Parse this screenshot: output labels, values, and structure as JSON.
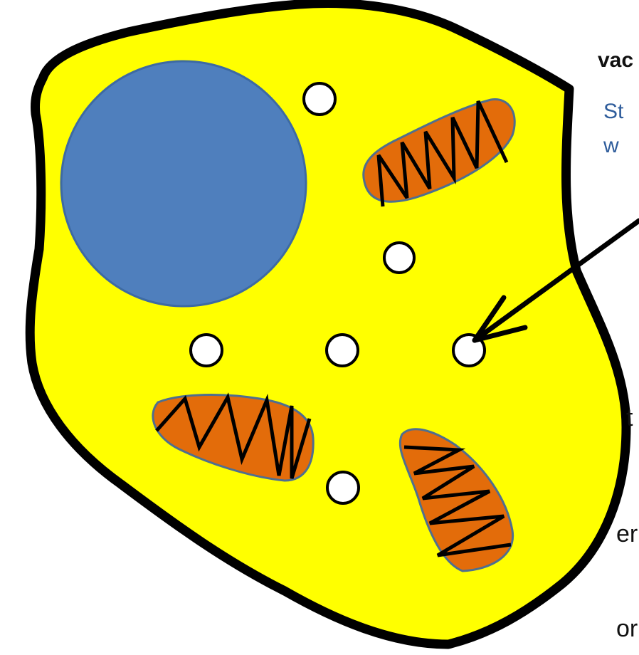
{
  "labels": {
    "vacuole_title": "vac",
    "description_line1": "St",
    "description_line2": "w",
    "side_text_1": "t",
    "side_text_2": "er",
    "side_text_3": "or"
  },
  "colors": {
    "cytoplasm": "#ffff00",
    "cell_membrane": "#000000",
    "nucleus": "#4f7fbd",
    "mitochondria": "#e36c0a",
    "vacuoles": "#ffffff",
    "label_text": "#111111",
    "description_text": "#2e5c9b"
  },
  "icons": {
    "arrow": "arrow-icon"
  }
}
